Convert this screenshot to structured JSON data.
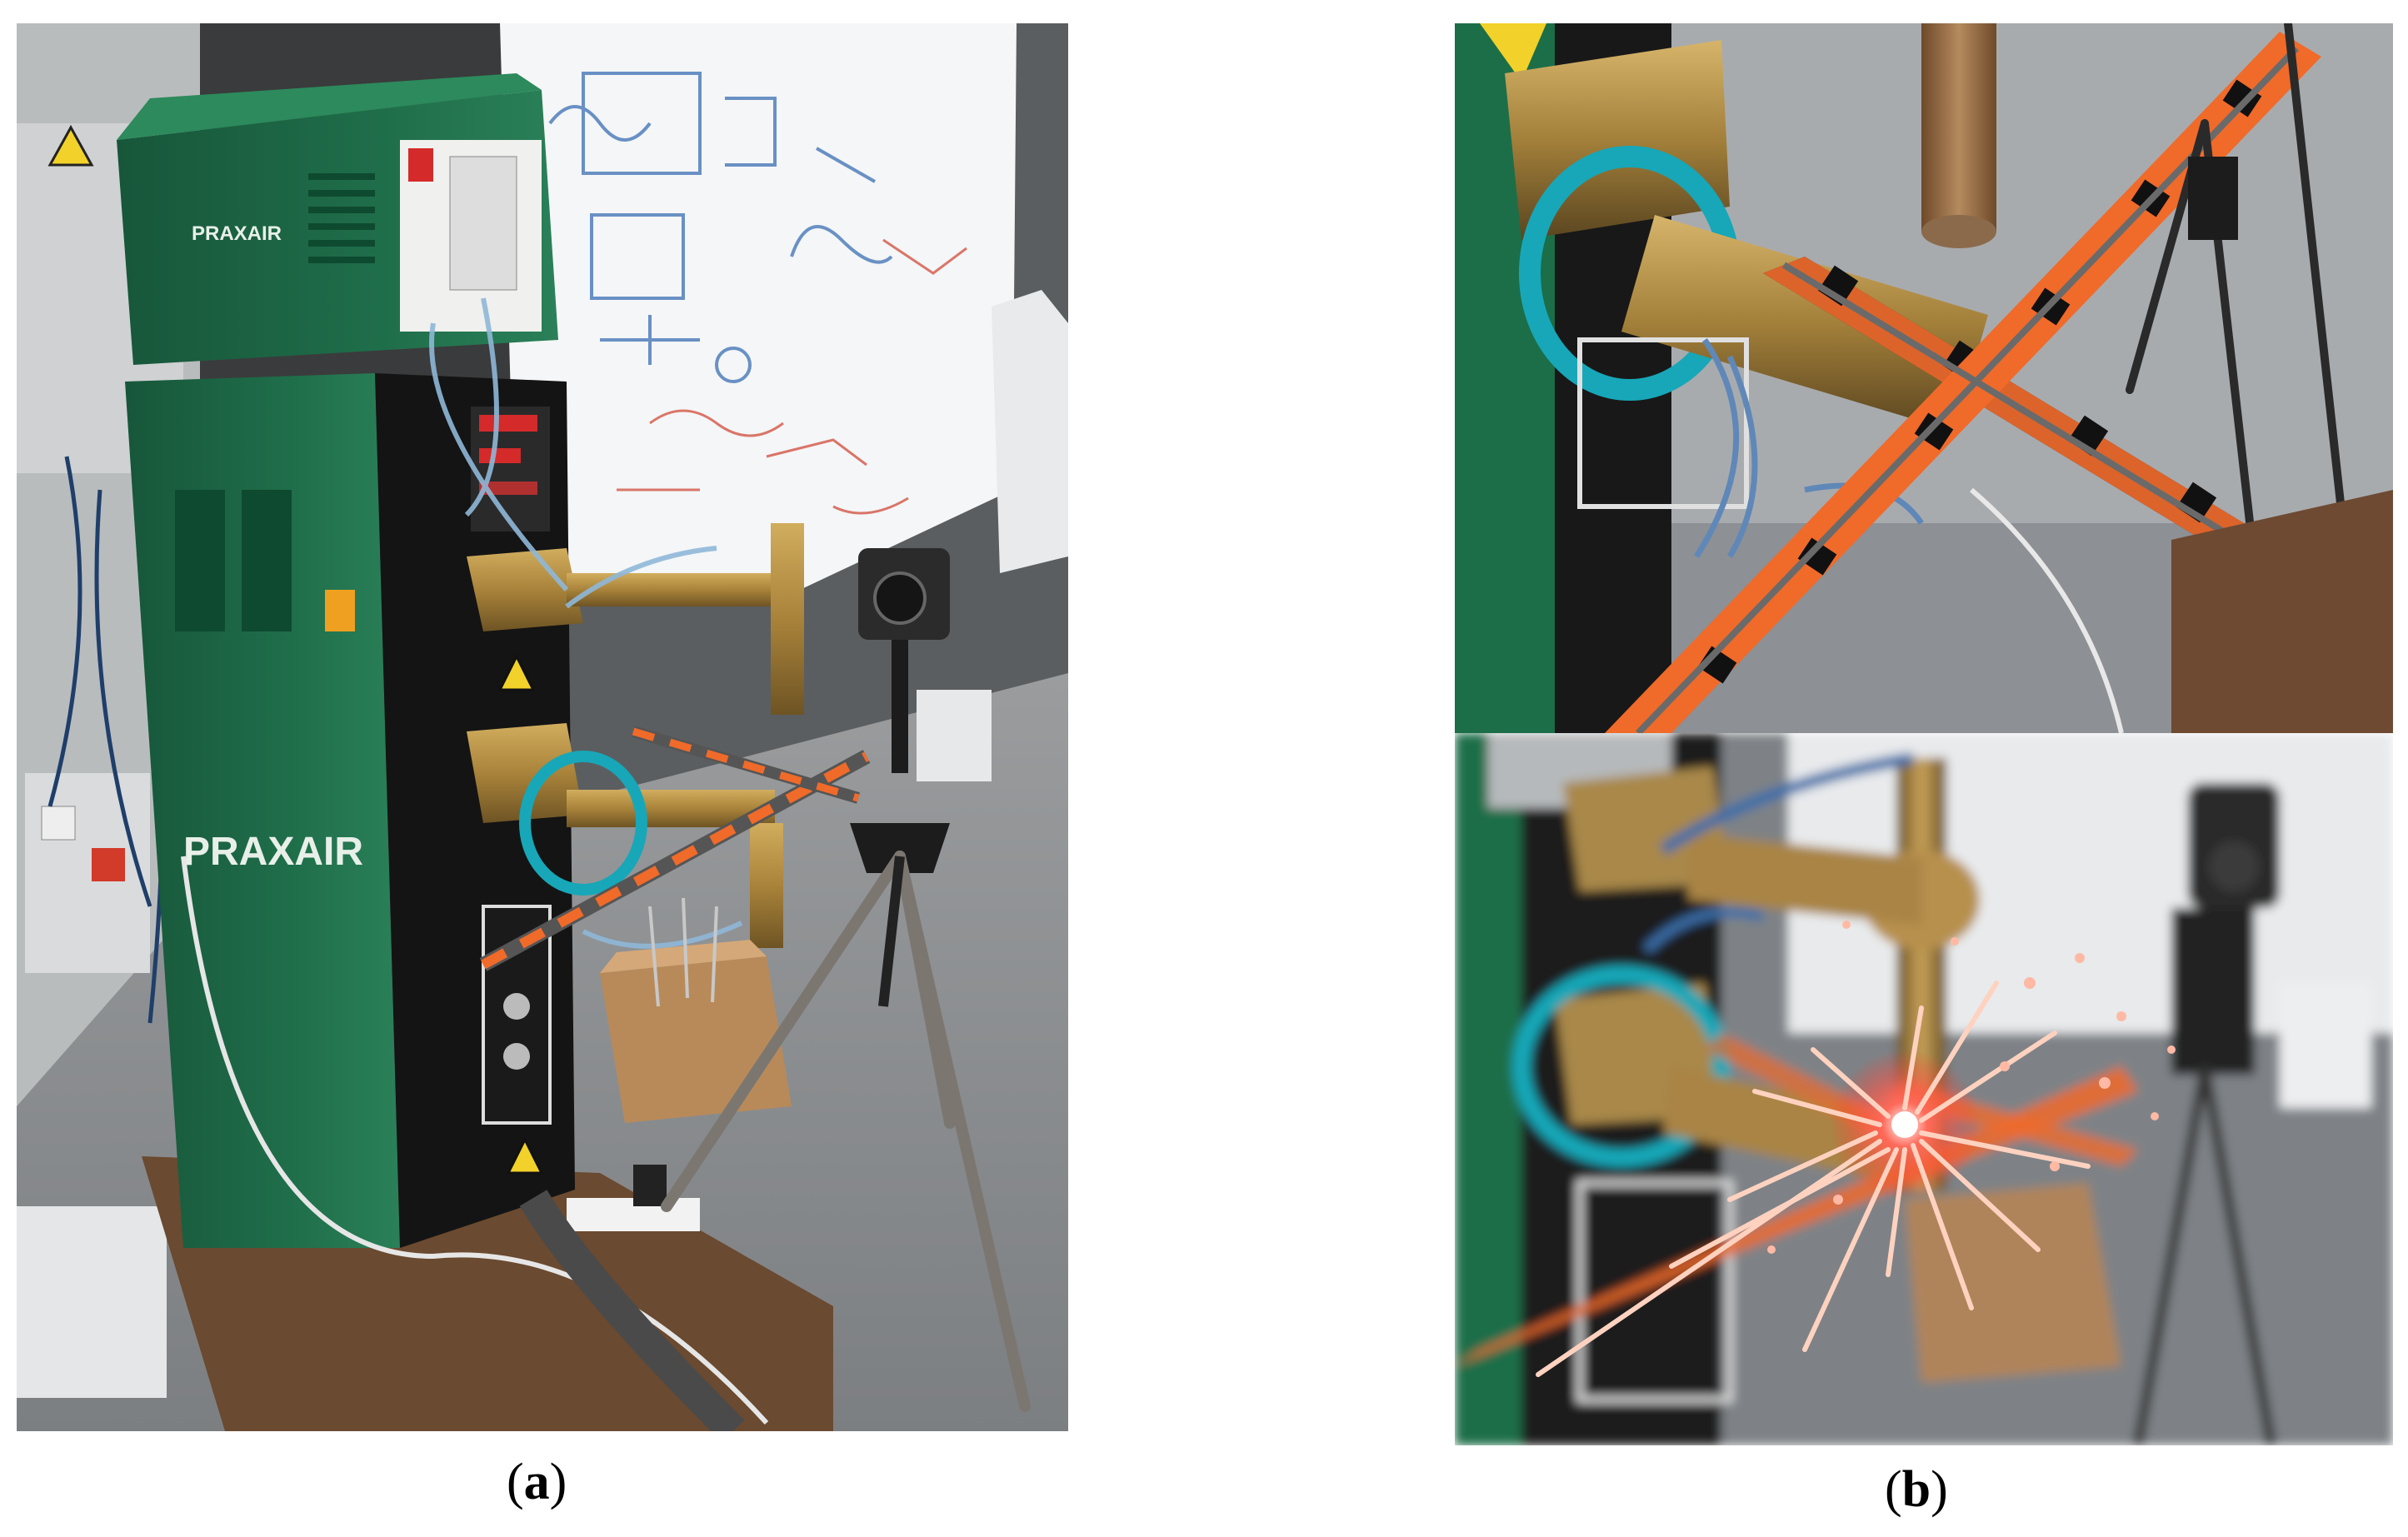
{
  "figure": {
    "panels": [
      {
        "id": "a",
        "caption_open": "(",
        "caption_letter": "a",
        "caption_close": ")",
        "description": "Spot welding machine with camera tripod in laboratory"
      },
      {
        "id": "b",
        "caption_open": "(",
        "caption_letter": "b",
        "caption_close": ")",
        "description": "Close-up of electrodes welding crossed rebars, with sparks"
      }
    ],
    "brand_label": "PRAXAIR",
    "colors": {
      "machine_green": "#1f6e4a",
      "machine_black": "#141414",
      "brass": "#b08a3e",
      "hose_teal": "#17a7b8",
      "tape_orange": "#f06a2a",
      "whiteboard": "#f4f6f7",
      "floor": "#8c8f92",
      "spark": "#ffb090"
    }
  }
}
